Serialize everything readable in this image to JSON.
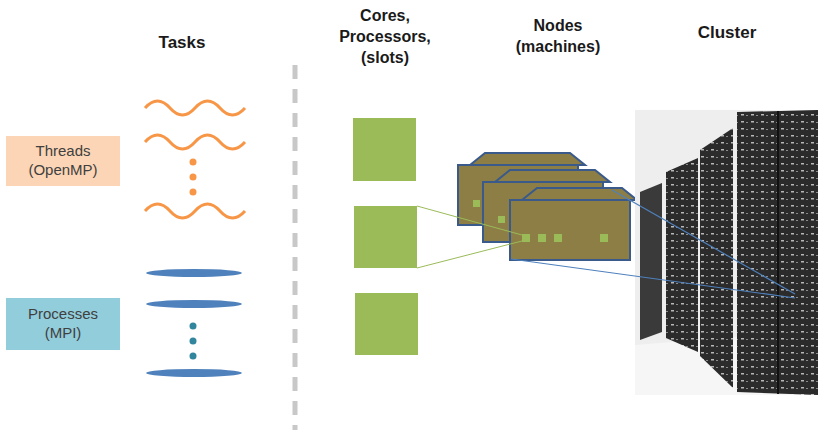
{
  "diagram": {
    "nodes": [
      {
        "text": [
          "Threads (OpenMP)"
        ]
      },
      {
        "text": [
          "Processes (MPI)"
        ]
      }
    ],
    "labels": [
      "Tasks",
      "Cores, Processors, (slots)",
      "Nodes (machines)",
      "Cluster"
    ]
  }
}
